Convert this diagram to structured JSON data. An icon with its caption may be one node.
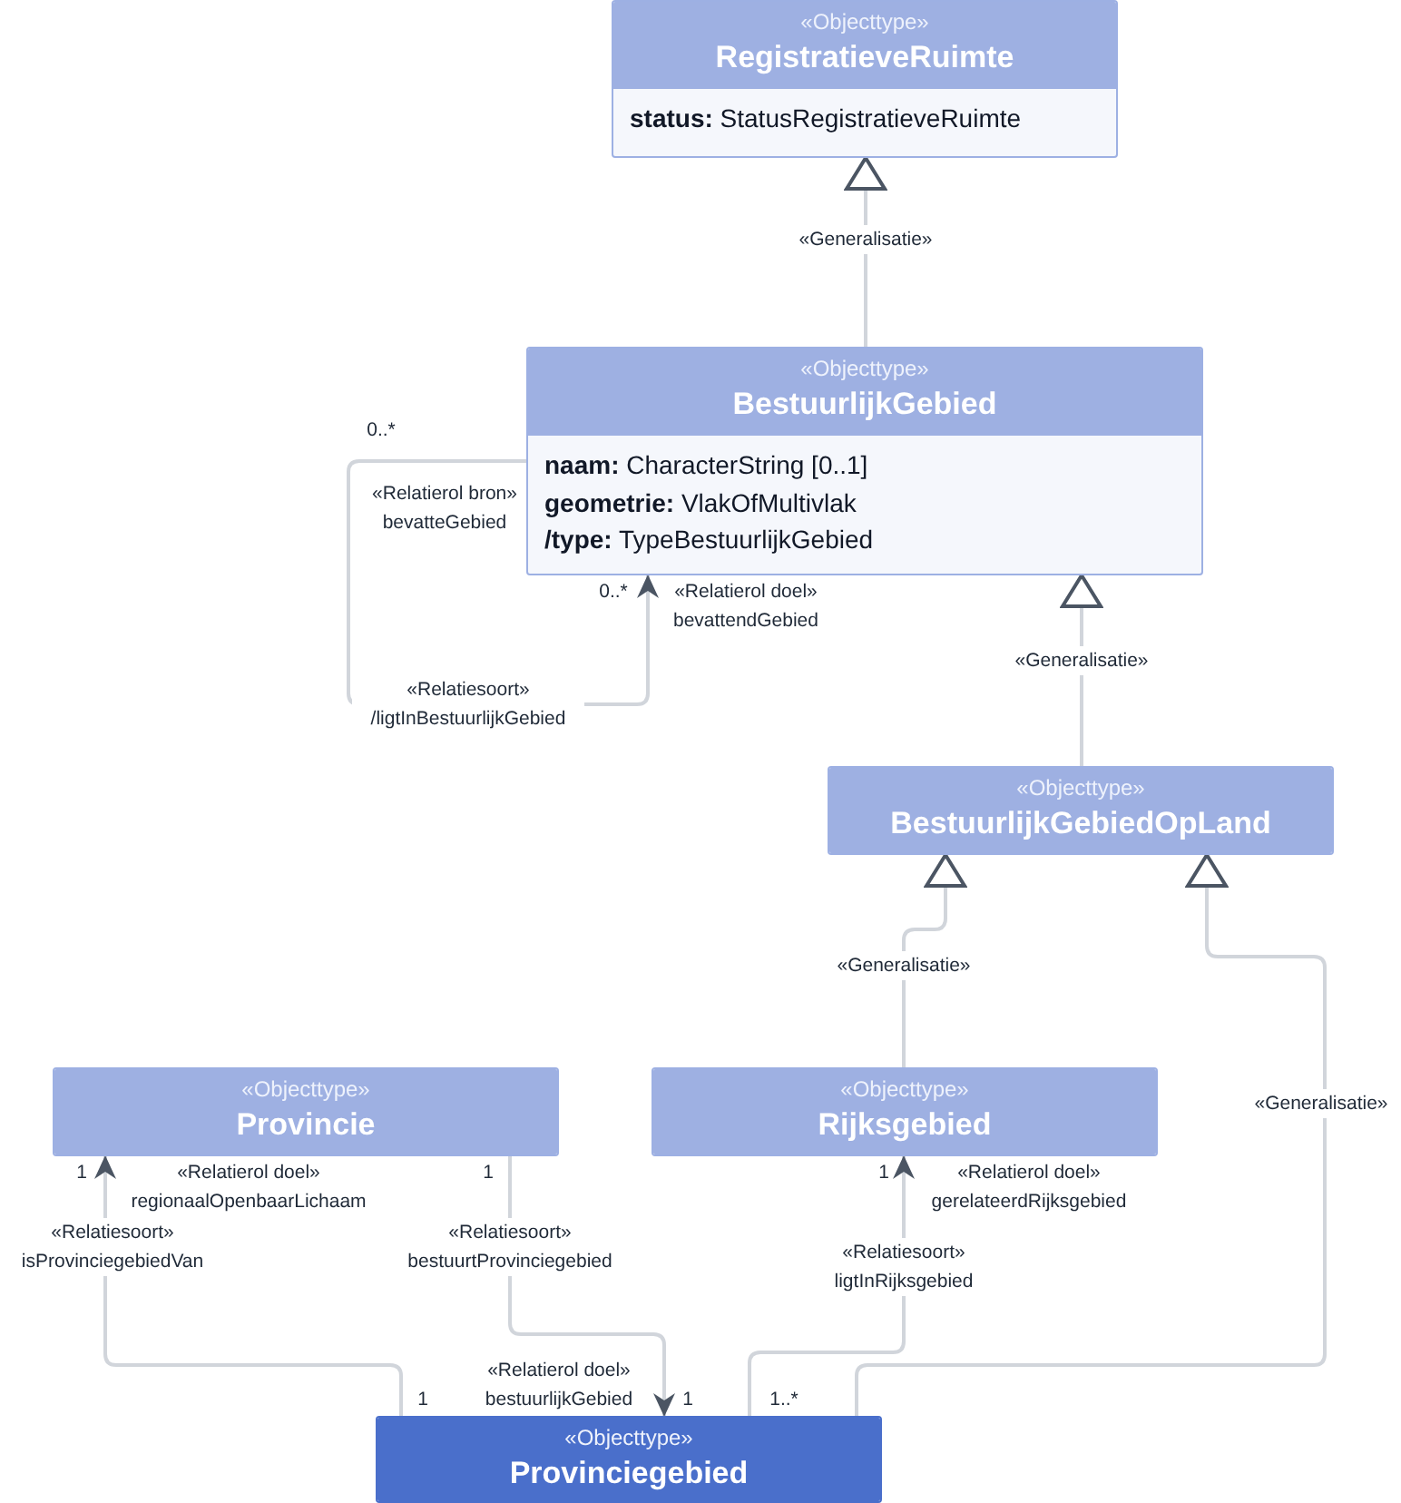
{
  "diagram": {
    "nodes": [
      {
        "text": [
          "«Objecttype»",
          "RegistratieveRuimte",
          "**status:** StatusRegistratieveRuimte"
        ]
      },
      {
        "text": [
          "«Objecttype»",
          "BestuurlijkGebied",
          "**naam:** CharacterString [0..1]",
          "**geometrie:** VlakOfMultivlak",
          "**/type:** TypeBestuurlijkGebied"
        ]
      },
      {
        "text": [
          "«Objecttype»",
          "BestuurlijkGebiedOpLand"
        ]
      },
      {
        "text": [
          "«Objecttype»",
          "Provincie"
        ]
      },
      {
        "text": [
          "«Objecttype»",
          "Rijksgebied"
        ]
      },
      {
        "text": [
          "«Objecttype»",
          "Provinciegebied"
        ]
      }
    ],
    "edges": [
      {
        "from": 1,
        "to": 0,
        "arrow": "to",
        "label": "«Generalisatie»"
      },
      {
        "from": 1,
        "to": 1,
        "arrow": "to",
        "label": "«Relatiesoort» /ligtInBestuurlijkGebied"
      },
      {
        "from": 2,
        "to": 1,
        "arrow": "to",
        "label": "«Generalisatie»"
      },
      {
        "from": 4,
        "to": 2,
        "arrow": "to",
        "label": "«Generalisatie»"
      },
      {
        "from": 5,
        "to": 2,
        "arrow": "to",
        "label": "«Generalisatie»"
      },
      {
        "from": 5,
        "to": 3,
        "arrow": "to",
        "label": "«Relatiesoort» isProvinciegebiedVan"
      },
      {
        "from": 3,
        "to": 5,
        "arrow": "to",
        "label": "«Relatiesoort» bestuurtProvinciegebied"
      },
      {
        "from": 5,
        "to": 4,
        "arrow": "to",
        "label": "«Relatiesoort» ligtInRijksgebied"
      }
    ],
    "labels": [
      "0..*",
      "«Relatierol bron» bevatteGebied",
      "0..*",
      "«Relatierol doel» bevattendGebied",
      "1",
      "«Relatierol doel» regionaalOpenbaarLichaam",
      "1",
      "1",
      "«Relatierol doel» gerelateerdRijksgebied",
      "1",
      "«Relatierol doel» bestuurlijkGebied",
      "1",
      "1..*"
    ]
  }
}
